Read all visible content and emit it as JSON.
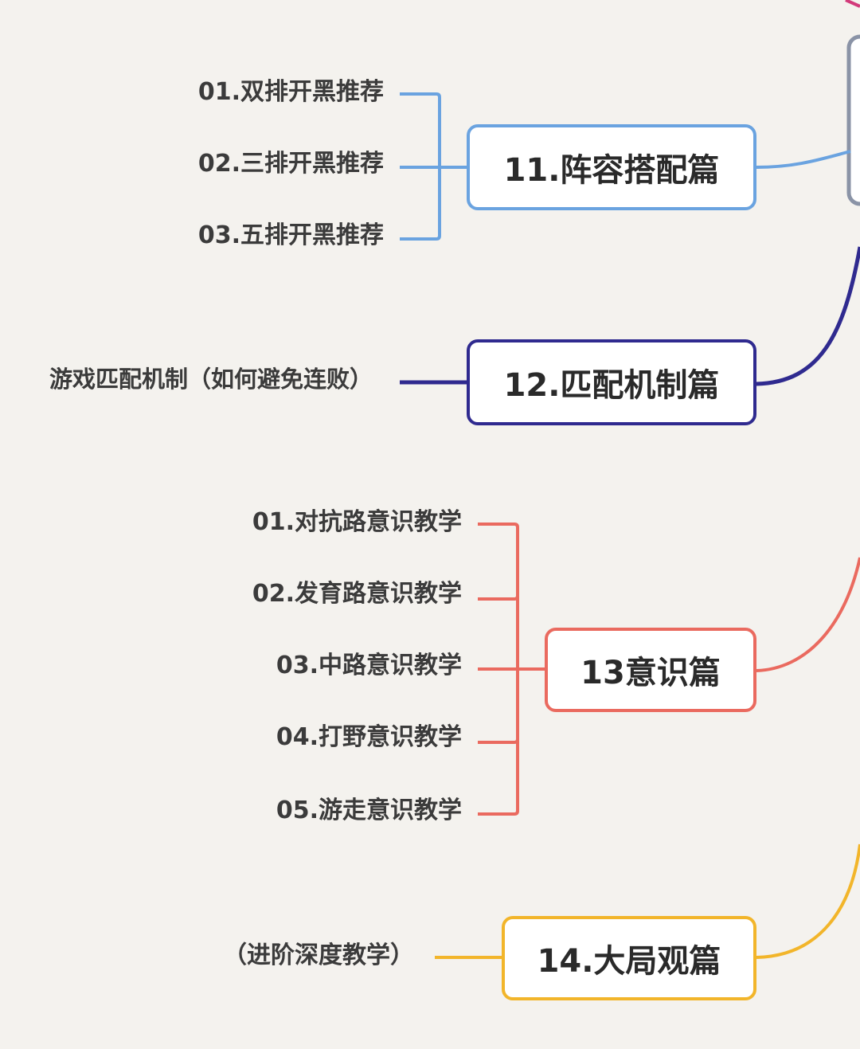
{
  "colors": {
    "blue": "#6aa3e0",
    "indigo": "#2f2a8f",
    "salmon": "#ea6a5f",
    "amber": "#f2b52a",
    "root_border": "#8a93a6"
  },
  "branches": [
    {
      "id": "b11",
      "title": "11.阵容搭配篇",
      "color": "blue",
      "children": [
        "01.双排开黑推荐",
        "02.三排开黑推荐",
        "03.五排开黑推荐"
      ]
    },
    {
      "id": "b12",
      "title": "12.匹配机制篇",
      "color": "indigo",
      "children": [
        "游戏匹配机制（如何避免连败）"
      ]
    },
    {
      "id": "b13",
      "title": "13意识篇",
      "color": "salmon",
      "children": [
        "01.对抗路意识教学",
        "02.发育路意识教学",
        "03.中路意识教学",
        "04.打野意识教学",
        "05.游走意识教学"
      ]
    },
    {
      "id": "b14",
      "title": "14.大局观篇",
      "color": "amber",
      "children": [
        "（进阶深度教学）"
      ]
    }
  ]
}
